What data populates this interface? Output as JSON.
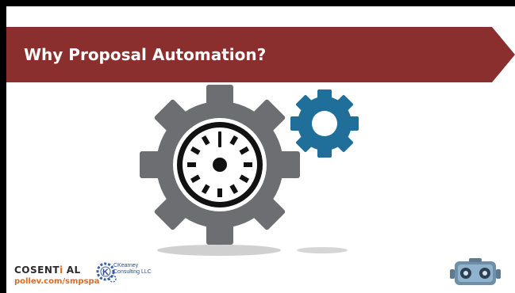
{
  "slide": {
    "title": "Why Proposal Automation?",
    "banner_color": "#8b2e2e"
  },
  "illustration": {
    "big_gear_color": "#6d6e71",
    "small_gear_color": "#1f6f9a",
    "dial_color": "#111111",
    "shadow_color": "#d0d0d0"
  },
  "footer": {
    "brand_prefix": "COSENT",
    "brand_i": "i",
    "brand_suffix": "AL",
    "poll_link": "pollev.com/smpspa",
    "partner_line1": "CKearney",
    "partner_line2": "Consulting LLC",
    "partner_icon": "ck-gear-logo-icon",
    "robot_icon": "robot-mascot-icon",
    "accent_color": "#e06a1b"
  }
}
